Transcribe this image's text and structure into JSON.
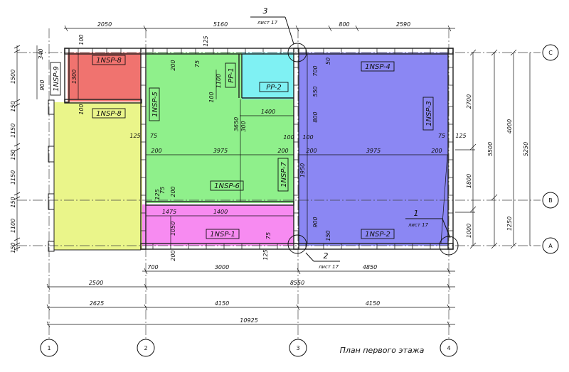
{
  "title": "План первого этажа",
  "axes": {
    "cols": [
      "1",
      "2",
      "3",
      "4"
    ],
    "rows": [
      "A",
      "B",
      "C"
    ]
  },
  "rooms": {
    "p1": "1NSP-1",
    "p2": "1NSP-2",
    "p3": "1NSP-3",
    "p4": "1NSP-4",
    "p5": "1NSP-5",
    "p6": "1NSP-6",
    "p7": "1NSP-7",
    "p8a": "1NSP-8",
    "p8b": "1NSP-8",
    "p9": "1NSP-9",
    "pp1": "PP-1",
    "pp2": "PP-2"
  },
  "callouts": {
    "c1_num": "1",
    "c1_sheet": "лист 17",
    "c2_num": "2",
    "c2_sheet": "лист 17",
    "c3_num": "3",
    "c3_sheet": "лист 17"
  },
  "dims_top": {
    "d2050": "2050",
    "d5160": "5160",
    "d800": "800",
    "d2590": "2590",
    "d100": "100",
    "d125": "125"
  },
  "dims_bottom": {
    "d700": "700",
    "d3000": "3000",
    "d4850": "4850",
    "d2500": "2500",
    "d8550": "8550",
    "d2625": "2625",
    "d4150a": "4150",
    "d4150b": "4150",
    "d10925": "10925"
  },
  "dims_left": {
    "l340": "340",
    "l1500": "1500",
    "l150a": "150",
    "l1150a": "1150",
    "l150b": "150",
    "l1150b": "1150",
    "l150c": "150",
    "l1100": "1100",
    "l150d": "150"
  },
  "dims_right": {
    "r2700": "2700",
    "r1800": "1800",
    "r1000": "1000",
    "r5500": "5500",
    "r4000": "4000",
    "r1250": "1250",
    "r5250": "5250"
  },
  "dims_inner": {
    "i1300": "1300",
    "i900a": "900",
    "i100a": "100",
    "i100b": "100",
    "i200a": "200",
    "i75a": "75",
    "i1100": "1100",
    "i100c": "100",
    "i1400a": "1400",
    "i3650": "3650",
    "i300": "300",
    "i125a": "125",
    "i75b": "75",
    "i200b": "200",
    "i3975a": "3975",
    "i200c": "200",
    "i100d": "100",
    "i1950": "1950",
    "i700": "700",
    "i550": "550",
    "i800": "800",
    "i200d": "200",
    "i3975b": "3975",
    "i200e": "200",
    "i75c": "75",
    "i125b": "125",
    "i50a": "50",
    "i900b": "900",
    "i150": "150",
    "i1475": "1475",
    "i1400b": "1400",
    "i1050": "1050",
    "i200f": "200",
    "i125c": "125",
    "i75d": "75",
    "i125d": "125",
    "i200g": "200",
    "i75e": "75"
  },
  "colors": {
    "nsp1": "#f78bf1",
    "nsp2_4": "#8b87f3",
    "nsp5_7": "#8ff08b",
    "nsp8_top": "#f0736f",
    "nsp8_bottom": "#eaf58a",
    "pp2": "#7ff1f3"
  }
}
